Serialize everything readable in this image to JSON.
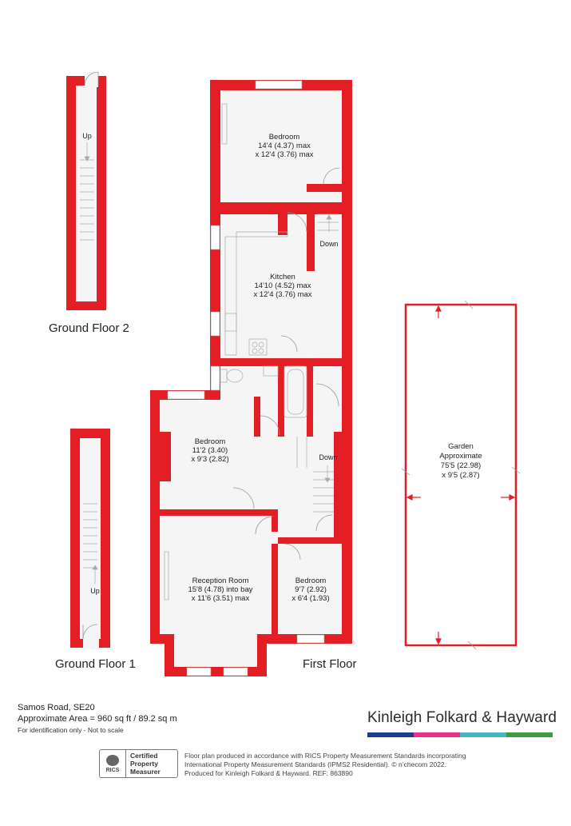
{
  "colors": {
    "wall": "#e31e24",
    "floor": "#f5f5f5",
    "text": "#222222",
    "fixture": "#999999"
  },
  "rooms": {
    "bedroom_top": {
      "name": "Bedroom",
      "dim1": "14'4 (4.37) max",
      "dim2": "x 12'4 (3.76) max"
    },
    "kitchen": {
      "name": "Kitchen",
      "dim1": "14'10 (4.52) max",
      "dim2": "x 12'4 (3.76) max"
    },
    "bedroom_mid": {
      "name": "Bedroom",
      "dim1": "11'2 (3.40)",
      "dim2": "x 9'3 (2.82)"
    },
    "reception": {
      "name": "Reception Room",
      "dim1": "15'8 (4.78) into bay",
      "dim2": "x 11'6 (3.51) max"
    },
    "bedroom_small": {
      "name": "Bedroom",
      "dim1": "9'7 (2.92)",
      "dim2": "x 6'4 (1.93)"
    },
    "garden": {
      "name": "Garden",
      "line2": "Approximate",
      "dim1": "75'5 (22.98)",
      "dim2": "x 9'5 (2.87)"
    }
  },
  "stairs": {
    "up": "Up",
    "down": "Down"
  },
  "floors": {
    "ground2": "Ground Floor 2",
    "ground1": "Ground Floor 1",
    "first": "First Floor"
  },
  "address": "Samos Road, SE20",
  "area": "Approximate Area = 960 sq ft / 89.2 sq m",
  "note": "For identification only - Not to scale",
  "brand": {
    "name": "Kinleigh Folkard & Hayward",
    "bar_colors": [
      "#1b3f8f",
      "#e8338c",
      "#45b7c9",
      "#3f9b3f"
    ]
  },
  "rics": {
    "logo": "RICS",
    "line1": "Certified",
    "line2": "Property",
    "line3": "Measurer"
  },
  "disclaimer": {
    "line1": "Floor plan produced in accordance with RICS Property Measurement Standards incorporating",
    "line2": "International Property Measurement Standards (IPMS2 Residential).  © n’checom 2022.",
    "line3": "Produced for Kinleigh Folkard & Hayward.  REF: 863890"
  }
}
